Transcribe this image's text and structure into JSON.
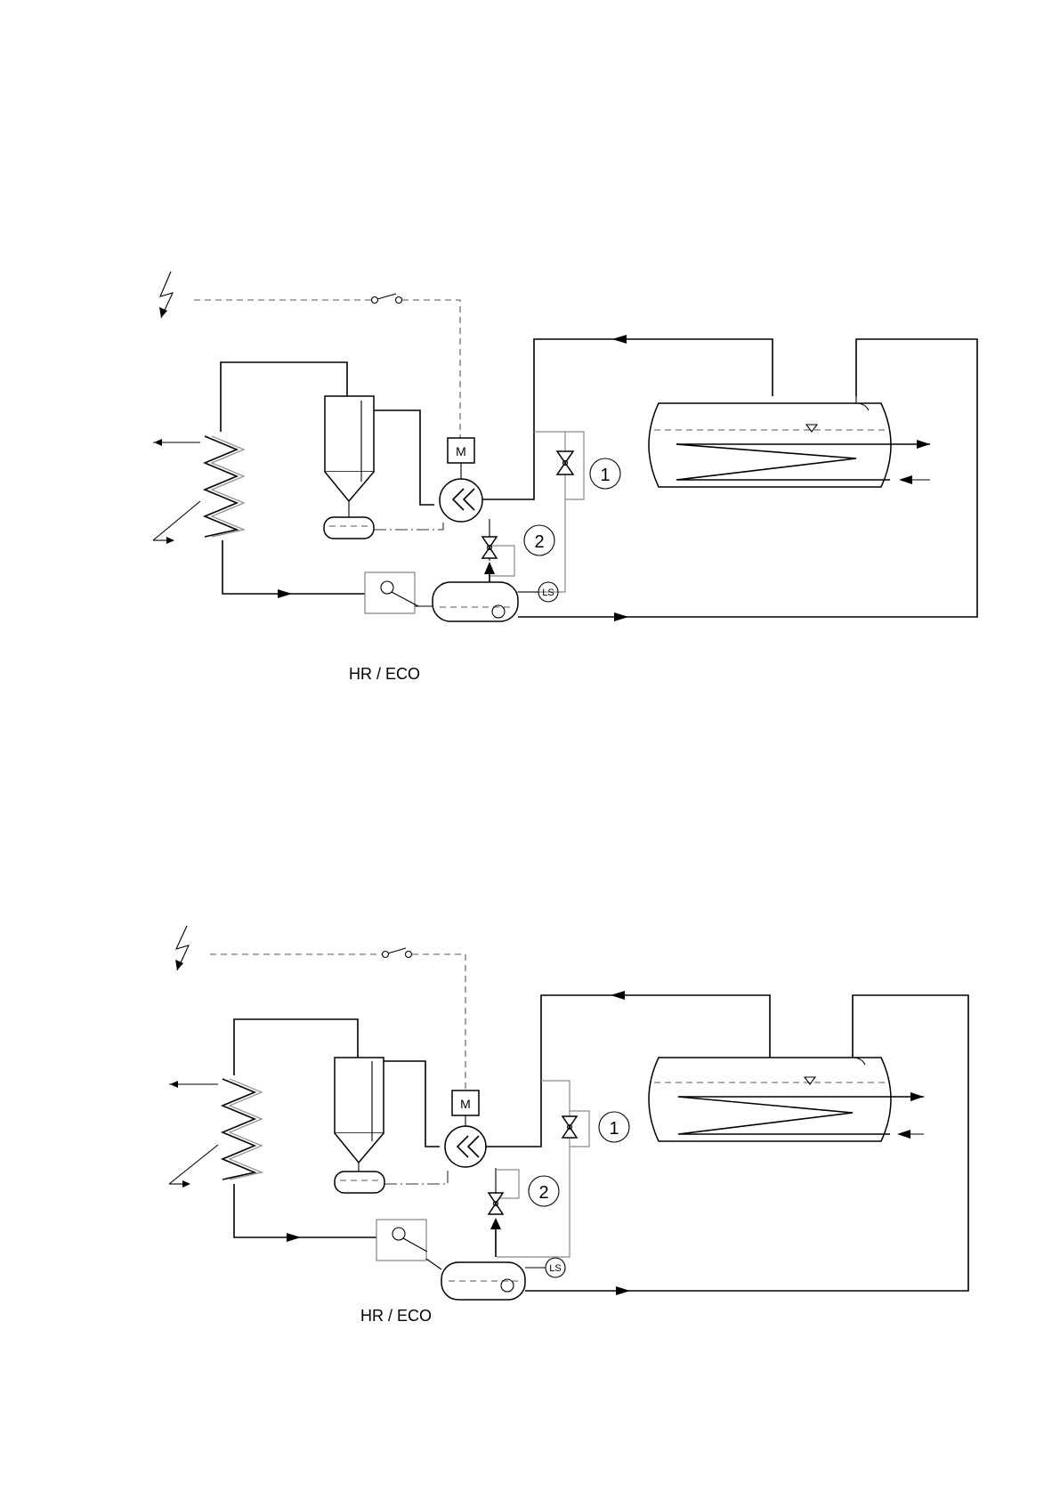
{
  "diagrams": [
    {
      "valve_1_label": "1",
      "valve_2_label": "2",
      "motor_label": "M",
      "level_switch_label": "LS",
      "hr_eco_label": "HR / ECO"
    },
    {
      "valve_1_label": "1",
      "valve_2_label": "2",
      "motor_label": "M",
      "level_switch_label": "LS",
      "hr_eco_label": "HR / ECO"
    }
  ]
}
